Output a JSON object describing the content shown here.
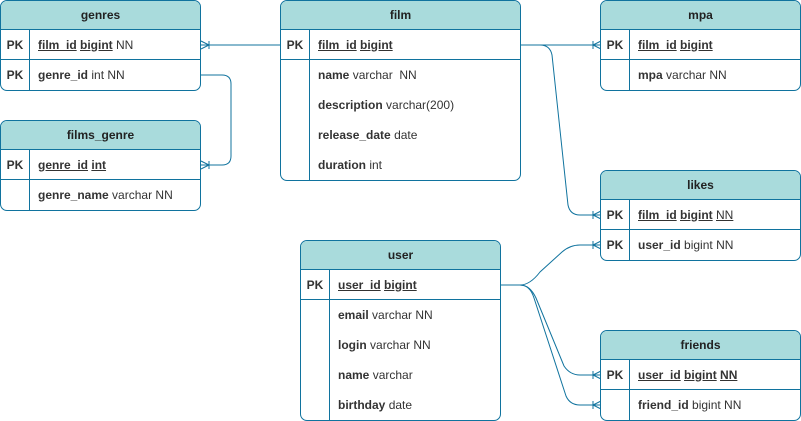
{
  "tables": {
    "genres": {
      "title": "genres",
      "rows": [
        {
          "key": "PK",
          "name": "film_id",
          "type": "bigint",
          "nn": "NN"
        },
        {
          "key": "PK",
          "name": "genre_id",
          "type": "int",
          "nn": "NN"
        }
      ]
    },
    "films_genre": {
      "title": "films_genre",
      "rows": [
        {
          "key": "PK",
          "name": "genre_id",
          "type": "int",
          "nn": ""
        },
        {
          "key": "",
          "name": "genre_name",
          "type": "varchar",
          "nn": "NN"
        }
      ]
    },
    "film": {
      "title": "film",
      "rows": [
        {
          "key": "PK",
          "name": "film_id",
          "type": "bigint",
          "nn": ""
        },
        {
          "key": "",
          "name": "name",
          "type": "varchar",
          "nn": "NN"
        },
        {
          "key": "",
          "name": "description",
          "type": "varchar(200)",
          "nn": ""
        },
        {
          "key": "",
          "name": "release_date",
          "type": "date",
          "nn": ""
        },
        {
          "key": "",
          "name": "duration",
          "type": "int",
          "nn": ""
        }
      ]
    },
    "mpa": {
      "title": "mpa",
      "rows": [
        {
          "key": "PK",
          "name": "film_id",
          "type": "bigint",
          "nn": ""
        },
        {
          "key": "",
          "name": "mpa",
          "type": "varchar",
          "nn": "NN"
        }
      ]
    },
    "likes": {
      "title": "likes",
      "rows": [
        {
          "key": "PK",
          "name": "film_id",
          "type": "bigint",
          "nn": "NN"
        },
        {
          "key": "PK",
          "name": "user_id",
          "type": "bigint",
          "nn": "NN"
        }
      ]
    },
    "user": {
      "title": "user",
      "rows": [
        {
          "key": "PK",
          "name": "user_id",
          "type": "bigint",
          "nn": ""
        },
        {
          "key": "",
          "name": "email",
          "type": "varchar",
          "nn": "NN"
        },
        {
          "key": "",
          "name": "login",
          "type": "varchar",
          "nn": "NN"
        },
        {
          "key": "",
          "name": "name",
          "type": "varchar",
          "nn": ""
        },
        {
          "key": "",
          "name": "birthday",
          "type": "date",
          "nn": ""
        }
      ]
    },
    "friends": {
      "title": "friends",
      "rows": [
        {
          "key": "PK",
          "name": "user_id",
          "type": "bigint",
          "nn": "NN"
        },
        {
          "key": "",
          "name": "friend_id",
          "type": "bigint",
          "nn": "NN"
        }
      ]
    }
  },
  "colors": {
    "header_fill": "#a9dbdc",
    "border": "#10739e",
    "connector": "#10739e"
  }
}
